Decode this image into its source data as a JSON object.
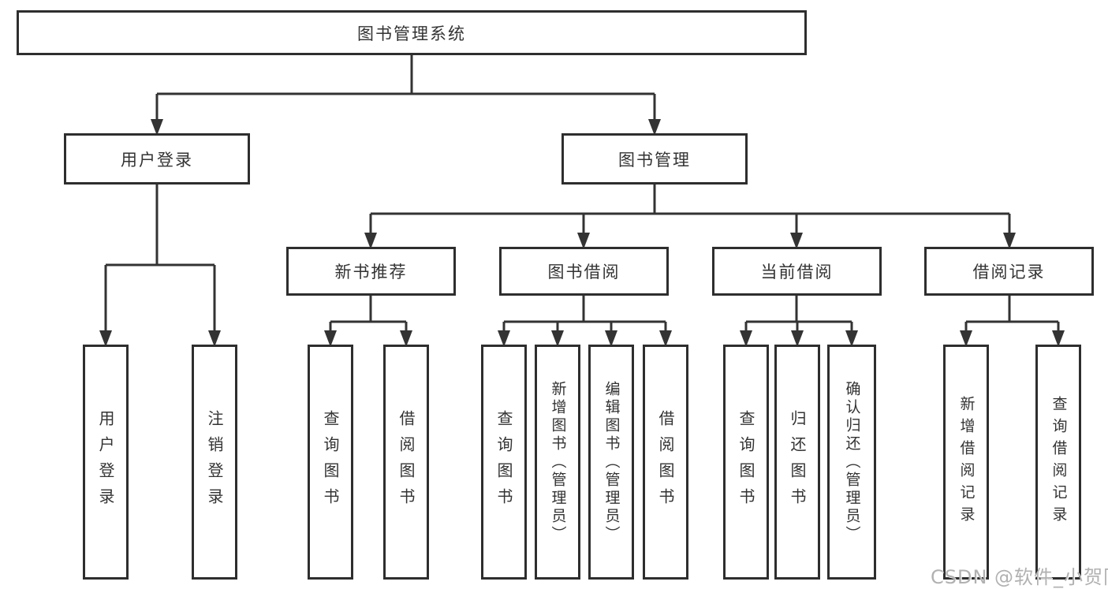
{
  "diagram": {
    "root": {
      "label": "图书管理系统"
    },
    "branches": [
      {
        "label": "用户登录",
        "children": [
          {
            "label": "用户登录"
          },
          {
            "label": "注销登录"
          }
        ]
      },
      {
        "label": "图书管理",
        "children": [
          {
            "label": "新书推荐",
            "children": [
              {
                "label": "查询图书"
              },
              {
                "label": "借阅图书"
              }
            ]
          },
          {
            "label": "图书借阅",
            "children": [
              {
                "label": "查询图书"
              },
              {
                "label": "新增图书（管理员）"
              },
              {
                "label": "编辑图书（管理员）"
              },
              {
                "label": "借阅图书"
              }
            ]
          },
          {
            "label": "当前借阅",
            "children": [
              {
                "label": "查询图书"
              },
              {
                "label": "归还图书"
              },
              {
                "label": "确认归还（管理员）"
              }
            ]
          },
          {
            "label": "借阅记录",
            "children": [
              {
                "label": "新增借阅记录"
              },
              {
                "label": "查询借阅记录"
              }
            ]
          }
        ]
      }
    ]
  },
  "watermark": {
    "text": "CSDN @软件_小贺同学"
  },
  "colors": {
    "line": "#333333",
    "box_border": "#2e2e2e",
    "text": "#333333",
    "watermark": "#b1b1b1",
    "background": "#ffffff"
  }
}
